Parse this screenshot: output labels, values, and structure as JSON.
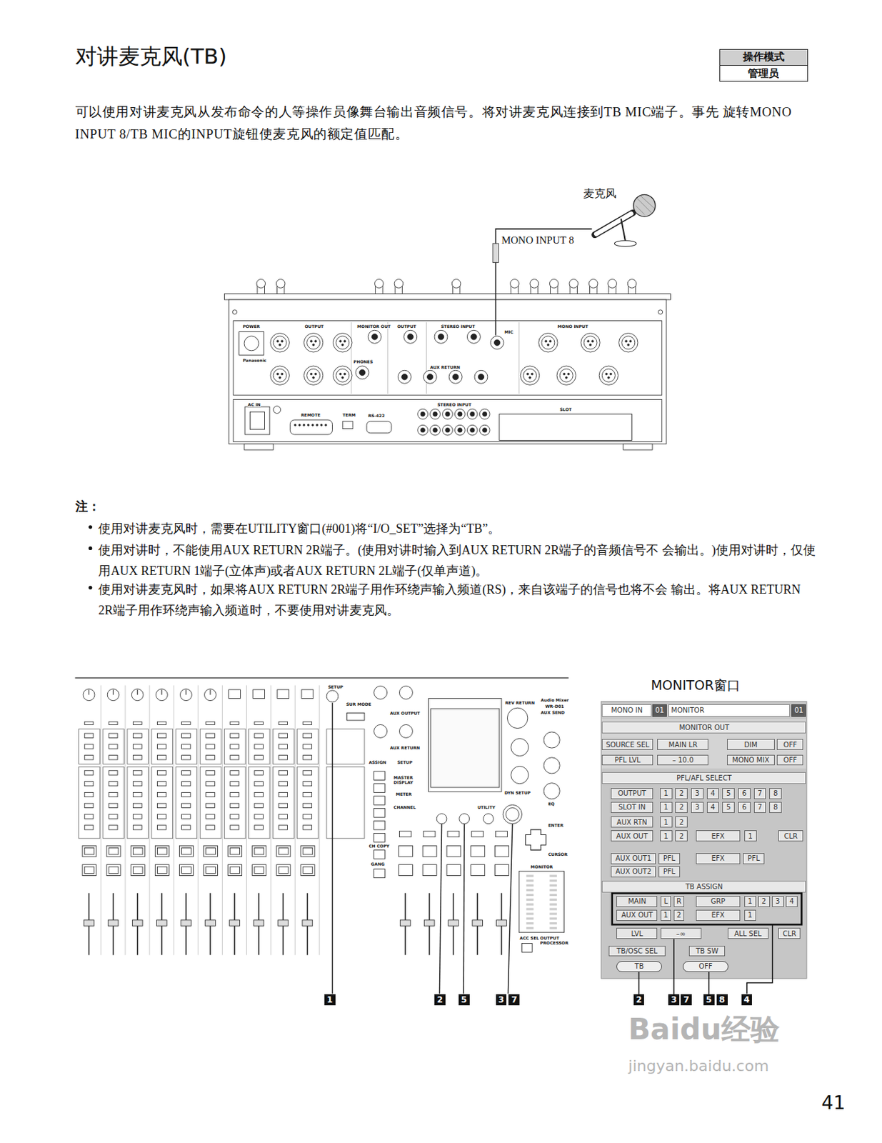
{
  "diagram": {
    "title": "对讲麦克风(TB)",
    "nodes": [
      {
        "text": [
          "操作模式",
          "管理员"
        ]
      },
      {
        "text": [
          "MONITOR窗口"
        ]
      },
      {
        "text": [
          "MONO IN"
        ],
        "in": 1
      },
      {
        "text": [
          "01"
        ],
        "in": 1
      },
      {
        "text": [
          "MONITOR"
        ],
        "in": 1
      },
      {
        "text": [
          "01"
        ],
        "in": 1
      },
      {
        "text": [
          "MONITOR OUT"
        ],
        "in": 1
      },
      {
        "text": [
          "SOURCE SEL"
        ],
        "in": 1
      },
      {
        "text": [
          "MAIN LR"
        ],
        "in": 1
      },
      {
        "text": [
          "DIM"
        ],
        "in": 1
      },
      {
        "text": [
          "OFF"
        ],
        "in": 1
      },
      {
        "text": [
          "PFL LVL"
        ],
        "in": 1
      },
      {
        "text": [
          "– 10.0"
        ],
        "in": 1
      },
      {
        "text": [
          "MONO MIX"
        ],
        "in": 1
      },
      {
        "text": [
          "OFF"
        ],
        "in": 1
      },
      {
        "text": [
          "PFL/AFL SELECT"
        ],
        "in": 1
      },
      {
        "text": [
          "OUTPUT"
        ],
        "in": 1
      },
      {
        "text": [
          "1"
        ],
        "in": 1
      },
      {
        "text": [
          "2"
        ],
        "in": 1
      },
      {
        "text": [
          "3"
        ],
        "in": 1
      },
      {
        "text": [
          "4"
        ],
        "in": 1
      },
      {
        "text": [
          "5"
        ],
        "in": 1
      },
      {
        "text": [
          "6"
        ],
        "in": 1
      },
      {
        "text": [
          "7"
        ],
        "in": 1
      },
      {
        "text": [
          "8"
        ],
        "in": 1
      },
      {
        "text": [
          "SLOT IN"
        ],
        "in": 1
      },
      {
        "text": [
          "1"
        ],
        "in": 1
      },
      {
        "text": [
          "2"
        ],
        "in": 1
      },
      {
        "text": [
          "3"
        ],
        "in": 1
      },
      {
        "text": [
          "4"
        ],
        "in": 1
      },
      {
        "text": [
          "5"
        ],
        "in": 1
      },
      {
        "text": [
          "6"
        ],
        "in": 1
      },
      {
        "text": [
          "7"
        ],
        "in": 1
      },
      {
        "text": [
          "8"
        ],
        "in": 1
      },
      {
        "text": [
          "AUX RTN"
        ],
        "in": 1
      },
      {
        "text": [
          "1"
        ],
        "in": 1
      },
      {
        "text": [
          "2"
        ],
        "in": 1
      },
      {
        "text": [
          "AUX OUT"
        ],
        "in": 1
      },
      {
        "text": [
          "1"
        ],
        "in": 1
      },
      {
        "text": [
          "2"
        ],
        "in": 1
      },
      {
        "text": [
          "EFX"
        ],
        "in": 1
      },
      {
        "text": [
          "1"
        ],
        "in": 1
      },
      {
        "text": [
          "CLR"
        ],
        "in": 1
      },
      {
        "text": [
          "AUX OUT1"
        ],
        "in": 1
      },
      {
        "text": [
          "PFL"
        ],
        "in": 1
      },
      {
        "text": [
          "EFX"
        ],
        "in": 1
      },
      {
        "text": [
          "PFL"
        ],
        "in": 1
      },
      {
        "text": [
          "AUX OUT2"
        ],
        "in": 1
      },
      {
        "text": [
          "PFL"
        ],
        "in": 1
      },
      {
        "text": [
          "TB ASSIGN"
        ],
        "in": 1
      },
      {
        "text": [
          "MAIN"
        ],
        "in": 1
      },
      {
        "text": [
          "L"
        ],
        "in": 1
      },
      {
        "text": [
          "R"
        ],
        "in": 1
      },
      {
        "text": [
          "GRP"
        ],
        "in": 1
      },
      {
        "text": [
          "1"
        ],
        "in": 1
      },
      {
        "text": [
          "2"
        ],
        "in": 1
      },
      {
        "text": [
          "3"
        ],
        "in": 1
      },
      {
        "text": [
          "4"
        ],
        "in": 1
      },
      {
        "text": [
          "AUX OUT"
        ],
        "in": 1
      },
      {
        "text": [
          "1"
        ],
        "in": 1
      },
      {
        "text": [
          "2"
        ],
        "in": 1
      },
      {
        "text": [
          "EFX"
        ],
        "in": 1
      },
      {
        "text": [
          "1"
        ],
        "in": 1
      },
      {
        "text": [
          "LVL"
        ],
        "in": 1
      },
      {
        "text": [
          "–∞"
        ],
        "in": 1
      },
      {
        "text": [
          "ALL SEL"
        ],
        "in": 1
      },
      {
        "text": [
          "CLR"
        ],
        "in": 1
      },
      {
        "text": [
          "TB/OSC SEL"
        ],
        "in": 1
      },
      {
        "text": [
          "TB SW"
        ],
        "in": 1
      },
      {
        "text": [
          "TB"
        ],
        "in": 1
      },
      {
        "text": [
          "OFF"
        ],
        "in": 1
      },
      {
        "text": [
          "1"
        ]
      },
      {
        "text": [
          "2"
        ]
      },
      {
        "text": [
          "5"
        ]
      },
      {
        "text": [
          "3"
        ]
      },
      {
        "text": [
          "7"
        ]
      },
      {
        "text": [
          "2"
        ]
      },
      {
        "text": [
          "3"
        ]
      },
      {
        "text": [
          "7"
        ]
      },
      {
        "text": [
          "5"
        ]
      },
      {
        "text": [
          "8"
        ]
      },
      {
        "text": [
          "4"
        ]
      }
    ],
    "edges": [
      {
        "from": 76,
        "to": 69,
        "arrow": "none"
      },
      {
        "from": 77,
        "to": 64,
        "arrow": "none"
      },
      {
        "from": 79,
        "to": 70,
        "arrow": "none"
      }
    ],
    "labels": [
      "可以使用对讲麦克风从发布命令的人等操作员像舞台输出音频信号。将对讲麦克风连接到TB MIC端子。事先 旋转MONO INPUT 8/TB MIC的INPUT旋钮使麦克风的额定值匹配。",
      "麦克风",
      "MONO INPUT 8",
      "POWER",
      "OUTPUT",
      "MONITOR OUT",
      "OUTPUT",
      "STEREO INPUT",
      "MONO INPUT",
      "MIC",
      "Panasonic",
      "PHONES",
      "AUX RETURN",
      "AC IN",
      "REMOTE",
      "TERM",
      "RS-422",
      "STEREO INPUT",
      "SLOT",
      "注：",
      "使用对讲麦克风时，需要在UTILITY窗口(#001)将“I/O_SET”选择为“TB”。",
      "使用对讲时，不能使用AUX RETURN 2R端子。(使用对讲时输入到AUX RETURN 2R端子的音频信号不 会输出。)使用对讲时，仅使用AUX RETURN 1端子(立体声)或者AUX RETURN 2L端子(仅单声道)。",
      "使用对讲麦克风时，如果将AUX RETURN 2R端子用作环绕声输入频道(RS)，来自该端子的信号也将不会 输出。将AUX RETURN 2R端子用作环绕声输入频道时，不要使用对讲麦克风。",
      "SETUP",
      "SUR MODE",
      "AUX OUTPUT",
      "AUX RETURN",
      "ASSIGN",
      "SETUP",
      "MASTER DISPLAY",
      "METER",
      "CHANNEL",
      "CH COPY",
      "GANG",
      "REV RETURN",
      "Audio Mixer",
      "WR-D01",
      "AUX SEND",
      "DYN SETUP",
      "EQ",
      "UTILITY",
      "ENTER",
      "CURSOR",
      "MONITOR",
      "ACC SEL",
      "OUTPUT PROCESSOR",
      "Baidu经验",
      "jingyan.baidu.com",
      "41"
    ]
  }
}
